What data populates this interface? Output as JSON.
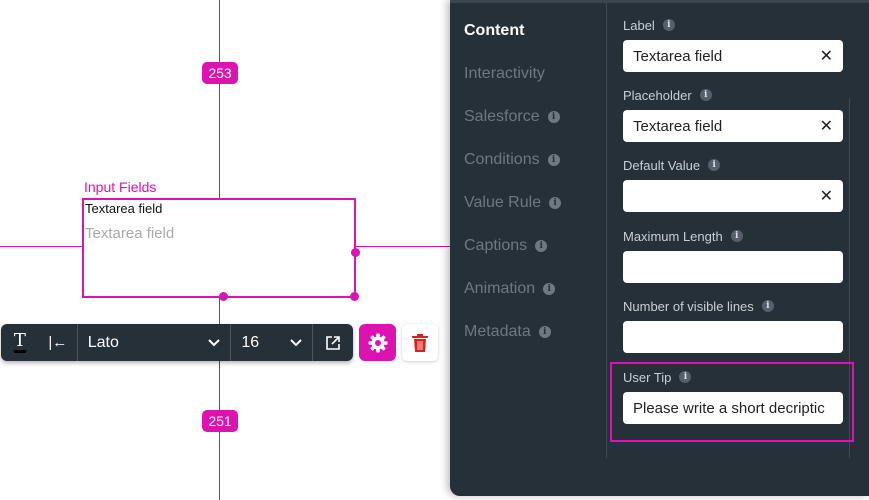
{
  "canvas": {
    "distance_top": "253",
    "distance_bottom": "251",
    "component_name": "Input Fields",
    "component_label": "Textarea field",
    "component_placeholder": "Textarea field",
    "accent_color": "#de12b0"
  },
  "toolbar": {
    "font": "Lato",
    "font_size": "16"
  },
  "panel": {
    "tabs": [
      {
        "label": "Content",
        "active": true
      },
      {
        "label": "Interactivity"
      },
      {
        "label": "Salesforce"
      },
      {
        "label": "Conditions"
      },
      {
        "label": "Value Rule"
      },
      {
        "label": "Captions"
      },
      {
        "label": "Animation"
      },
      {
        "label": "Metadata"
      }
    ],
    "fields": [
      {
        "label": "Label",
        "value": "Textarea field"
      },
      {
        "label": "Placeholder",
        "value": "Textarea field"
      },
      {
        "label": "Default Value",
        "value": ""
      },
      {
        "label": "Maximum Length",
        "value": ""
      },
      {
        "label": "Number of visible lines",
        "value": ""
      },
      {
        "label": "User Tip",
        "value": "Please write a short decriptic"
      }
    ]
  }
}
